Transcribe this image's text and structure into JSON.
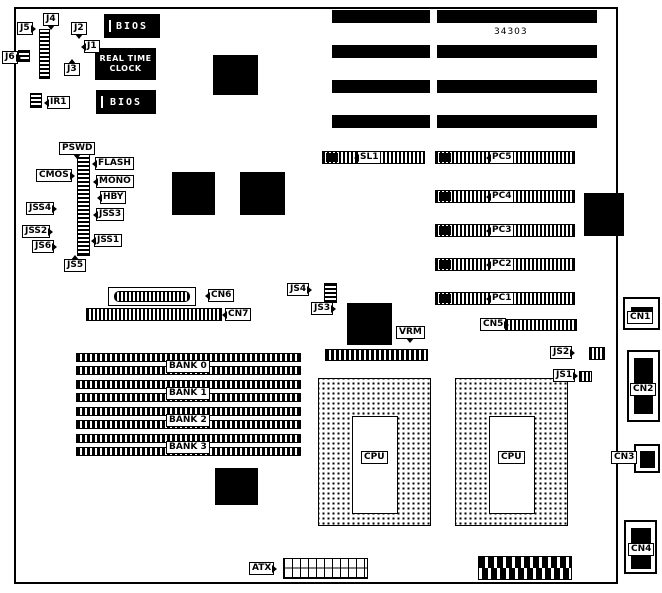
{
  "board": {
    "part_number": "34303"
  },
  "chips": {
    "bios_top": "BIOS",
    "bios_bottom": "BIOS",
    "rtc_line1": "REAL TIME",
    "rtc_line2": "CLOCK"
  },
  "callouts": {
    "j1": "J1",
    "j2": "J2",
    "j3": "J3",
    "j4": "J4",
    "j5": "J5",
    "j6": "J6",
    "ir1": "IR1",
    "pswd": "PSWD",
    "flash": "FLASH",
    "cmos": "CMOS",
    "mono": "MONO",
    "hby": "HBY",
    "jss1": "JSS1",
    "jss2": "JSS2",
    "jss3": "JSS3",
    "jss4": "JSS4",
    "js5": "JS5",
    "js6": "JS6",
    "cn6": "CN6",
    "cn7": "CN7",
    "bank0": "BANK 0",
    "bank1": "BANK 1",
    "bank2": "BANK 2",
    "bank3": "BANK 3",
    "atx": "ATX",
    "js3": "JS3",
    "js4": "JS4",
    "vrm": "VRM",
    "cpu1": "CPU",
    "cpu2": "CPU",
    "sl1": "SL1",
    "pc1": "PC1",
    "pc2": "PC2",
    "pc3": "PC3",
    "pc4": "PC4",
    "pc5": "PC5",
    "cn5": "CN5",
    "js1": "JS1",
    "js2": "JS2",
    "cn1": "CN1",
    "cn2": "CN2",
    "cn3": "CN3",
    "cn4": "CN4"
  },
  "colors": {
    "component": "#000000",
    "board_bg": "#ffffff"
  }
}
